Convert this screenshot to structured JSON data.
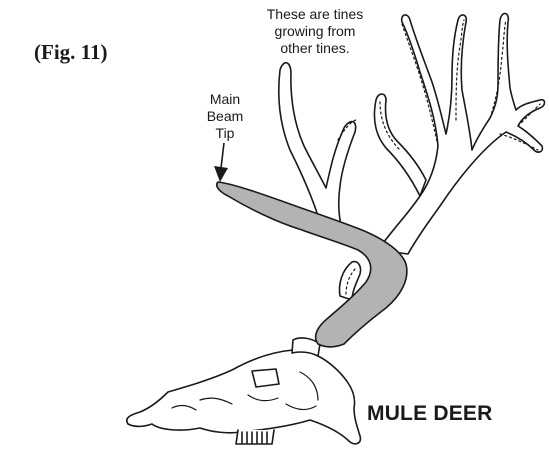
{
  "figure_label": "(Fig. 11)",
  "tine_note": [
    "These are tines",
    "growing from",
    "other tines."
  ],
  "tip_label": [
    "Main",
    "Beam",
    "Tip"
  ],
  "species": "MULE DEER",
  "colors": {
    "ink": "#1a1a1a",
    "main_beam_fill": "#b3b3b3",
    "paper": "#ffffff"
  }
}
